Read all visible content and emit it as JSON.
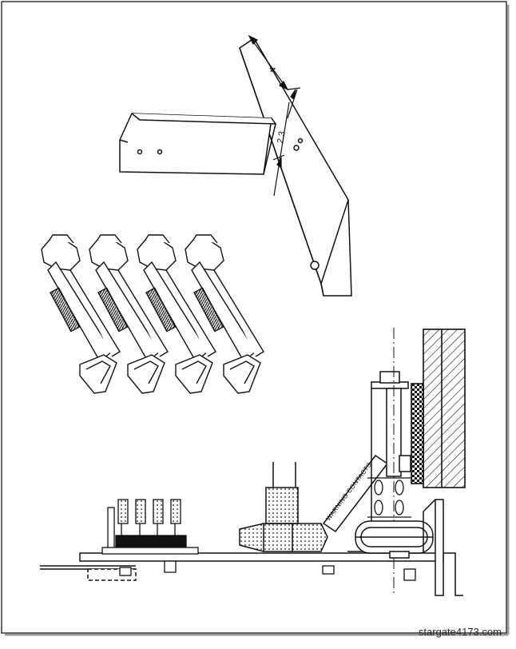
{
  "diagram": {
    "dimensions": {
      "upper_dimension": "4",
      "lower_dimension": "2.3"
    },
    "plate_label": "WARNING CONTACTS"
  },
  "watermark": {
    "text": "stargate4173.com"
  }
}
